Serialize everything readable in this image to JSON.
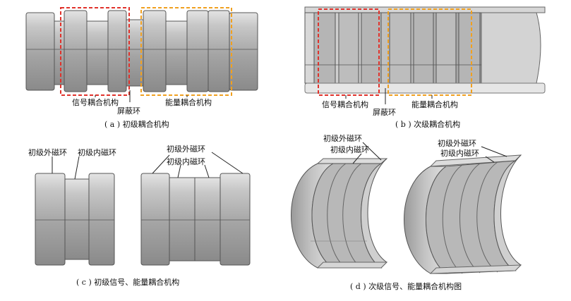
{
  "panels": {
    "a": {
      "caption": "( a ) 初级耦合机构",
      "labels": {
        "signal": "信号耦合机构",
        "shield": "屏蔽环",
        "energy": "能量耦合机构"
      },
      "colors": {
        "signal_box": "#e0322b",
        "energy_box": "#f0a020"
      }
    },
    "b": {
      "caption": "( b ) 次级耦合机构",
      "labels": {
        "signal": "信号耦合机构",
        "shield": "屏蔽环",
        "energy": "能量耦合机构"
      }
    },
    "c": {
      "caption": "( c ) 初级信号、能量耦合机构",
      "labels": {
        "outer1": "初级外磁环",
        "inner1": "初级内磁环",
        "outer2": "初级外磁环",
        "inner2": "初级内磁环"
      }
    },
    "d": {
      "caption": "( d ) 次级信号、能量耦合机构图",
      "labels": {
        "outer1": "初级外磁环",
        "inner1": "初级内磁环",
        "outer2": "初级外磁环",
        "inner2": "初级内磁环"
      }
    }
  }
}
